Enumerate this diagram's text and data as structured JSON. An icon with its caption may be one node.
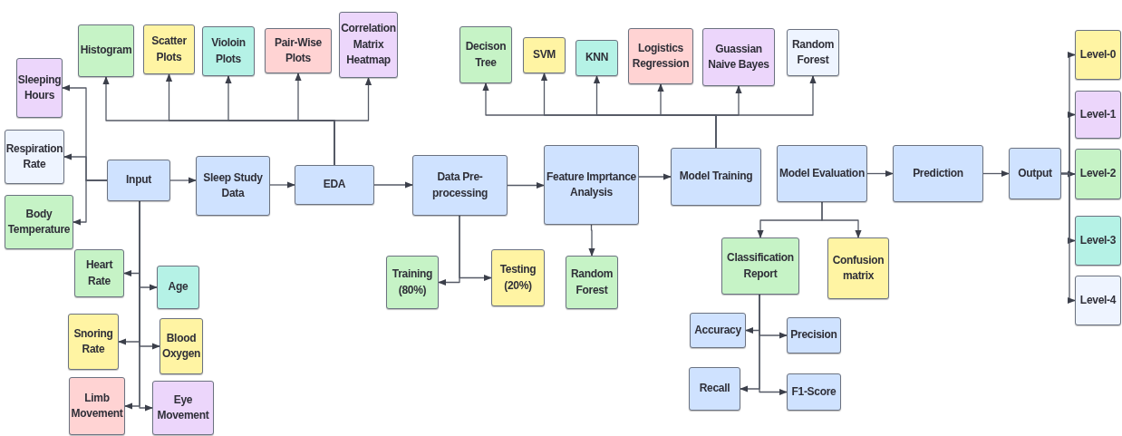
{
  "diagram": {
    "nodes": [
      {
        "text": [
          "Input"
        ]
      },
      {
        "text": [
          "Sleep Study Data"
        ]
      },
      {
        "text": [
          "EDA"
        ]
      },
      {
        "text": [
          "Data Pre-processing"
        ]
      },
      {
        "text": [
          "Feature Imprtance Analysis"
        ]
      },
      {
        "text": [
          "Model Training"
        ]
      },
      {
        "text": [
          "Model Evaluation"
        ]
      },
      {
        "text": [
          "Prediction"
        ]
      },
      {
        "text": [
          "Output"
        ]
      },
      {
        "text": [
          "Sleeping Hours"
        ]
      },
      {
        "text": [
          "Respiration Rate"
        ]
      },
      {
        "text": [
          "Body Temperature"
        ]
      },
      {
        "text": [
          "Heart Rate"
        ]
      },
      {
        "text": [
          "Age"
        ]
      },
      {
        "text": [
          "Snoring Rate"
        ]
      },
      {
        "text": [
          "Blood Oxygen"
        ]
      },
      {
        "text": [
          "Limb Movement"
        ]
      },
      {
        "text": [
          "Eye Movement"
        ]
      },
      {
        "text": [
          "Histogram"
        ]
      },
      {
        "text": [
          "Scatter Plots"
        ]
      },
      {
        "text": [
          "Violoin Plots"
        ]
      },
      {
        "text": [
          "Pair-Wise Plots"
        ]
      },
      {
        "text": [
          "Correlation Matrix Heatmap"
        ]
      },
      {
        "text": [
          "Decison Tree"
        ]
      },
      {
        "text": [
          "SVM"
        ]
      },
      {
        "text": [
          "KNN"
        ]
      },
      {
        "text": [
          "Logistics Regression"
        ]
      },
      {
        "text": [
          "Guassian Naive Bayes"
        ]
      },
      {
        "text": [
          "Random Forest"
        ]
      },
      {
        "text": [
          "Training (80%)"
        ]
      },
      {
        "text": [
          "Testing (20%)"
        ]
      },
      {
        "text": [
          "Random Forest"
        ]
      },
      {
        "text": [
          "Classification Report"
        ]
      },
      {
        "text": [
          "Confusion matrix"
        ]
      },
      {
        "text": [
          "Accuracy"
        ]
      },
      {
        "text": [
          "Precision"
        ]
      },
      {
        "text": [
          "Recall"
        ]
      },
      {
        "text": [
          "F1-Score"
        ]
      },
      {
        "text": [
          "Level-0"
        ]
      },
      {
        "text": [
          "Level-1"
        ]
      },
      {
        "text": [
          "Level-2"
        ]
      },
      {
        "text": [
          "Level-3"
        ]
      },
      {
        "text": [
          "Level-4"
        ]
      }
    ],
    "edges": [
      {
        "from": 0,
        "to": 1,
        "arrow": "to"
      },
      {
        "from": 1,
        "to": 2,
        "arrow": "to"
      },
      {
        "from": 2,
        "to": 3,
        "arrow": "to"
      },
      {
        "from": 3,
        "to": 4,
        "arrow": "to"
      },
      {
        "from": 4,
        "to": 5,
        "arrow": "to"
      },
      {
        "from": 6,
        "to": 7,
        "arrow": "to"
      },
      {
        "from": 7,
        "to": 8,
        "arrow": "to"
      },
      {
        "from": 0,
        "to": 9,
        "arrow": "to"
      },
      {
        "from": 0,
        "to": 10,
        "arrow": "to"
      },
      {
        "from": 0,
        "to": 11,
        "arrow": "to"
      },
      {
        "from": 0,
        "to": 12,
        "arrow": "to"
      },
      {
        "from": 0,
        "to": 13,
        "arrow": "to"
      },
      {
        "from": 0,
        "to": 14,
        "arrow": "to"
      },
      {
        "from": 0,
        "to": 15,
        "arrow": "to"
      },
      {
        "from": 0,
        "to": 16,
        "arrow": "to"
      },
      {
        "from": 0,
        "to": 17,
        "arrow": "to"
      },
      {
        "from": 2,
        "to": 18,
        "arrow": "to"
      },
      {
        "from": 2,
        "to": 19,
        "arrow": "to"
      },
      {
        "from": 2,
        "to": 20,
        "arrow": "to"
      },
      {
        "from": 2,
        "to": 21,
        "arrow": "to"
      },
      {
        "from": 2,
        "to": 22,
        "arrow": "to"
      },
      {
        "from": 5,
        "to": 23,
        "arrow": "to"
      },
      {
        "from": 5,
        "to": 24,
        "arrow": "to"
      },
      {
        "from": 5,
        "to": 25,
        "arrow": "to"
      },
      {
        "from": 5,
        "to": 26,
        "arrow": "to"
      },
      {
        "from": 5,
        "to": 27,
        "arrow": "to"
      },
      {
        "from": 5,
        "to": 28,
        "arrow": "to"
      },
      {
        "from": 3,
        "to": 29,
        "arrow": "to"
      },
      {
        "from": 3,
        "to": 30,
        "arrow": "to"
      },
      {
        "from": 4,
        "to": 31,
        "arrow": "to"
      },
      {
        "from": 6,
        "to": 32,
        "arrow": "to"
      },
      {
        "from": 6,
        "to": 33,
        "arrow": "to"
      },
      {
        "from": 32,
        "to": 34,
        "arrow": "to"
      },
      {
        "from": 32,
        "to": 35,
        "arrow": "to"
      },
      {
        "from": 32,
        "to": 36,
        "arrow": "to"
      },
      {
        "from": 32,
        "to": 37,
        "arrow": "to"
      },
      {
        "from": 8,
        "to": 38,
        "arrow": "to"
      },
      {
        "from": 8,
        "to": 39,
        "arrow": "to"
      },
      {
        "from": 8,
        "to": 40,
        "arrow": "to"
      },
      {
        "from": 8,
        "to": 41,
        "arrow": "to"
      },
      {
        "from": 8,
        "to": 42,
        "arrow": "to"
      }
    ]
  }
}
